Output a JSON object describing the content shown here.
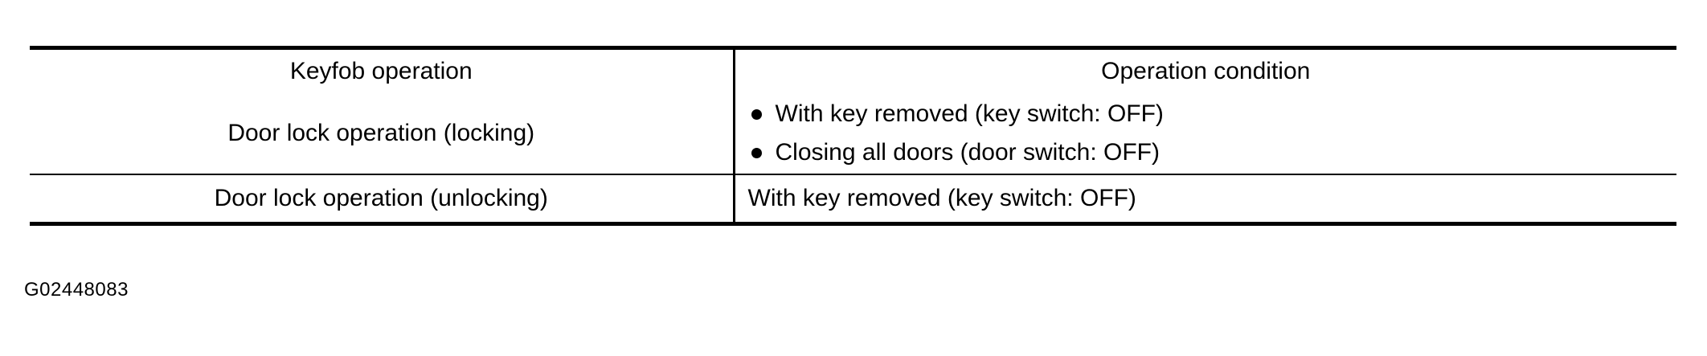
{
  "table": {
    "columns": [
      {
        "id": "keyfob-operation",
        "header": "Keyfob operation"
      },
      {
        "id": "operation-condition",
        "header": "Operation condition"
      }
    ],
    "rows": [
      {
        "operation": "Door lock operation (locking)",
        "conditions": [
          "With key removed (key switch: OFF)",
          "Closing all doors (door switch: OFF)"
        ],
        "bulleted": true
      },
      {
        "operation": "Door lock operation (unlocking)",
        "conditions": [
          "With key removed (key switch: OFF)"
        ],
        "bulleted": false
      }
    ]
  },
  "figure": {
    "code": "G02448083"
  },
  "colors": {
    "rule": "#000000",
    "text": "#000000",
    "background": "#ffffff"
  }
}
